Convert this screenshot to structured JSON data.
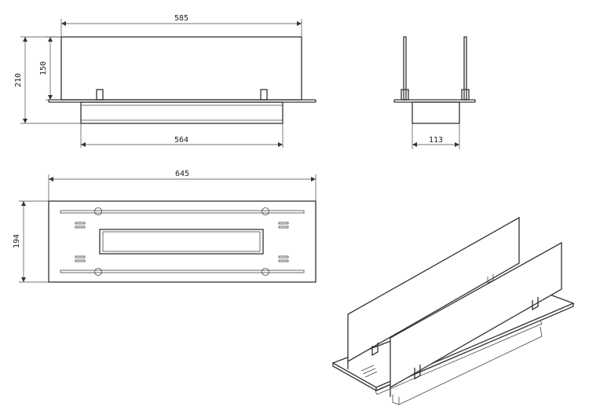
{
  "dimensions": {
    "front_top_width": "585",
    "front_glass_height": "150",
    "front_total_height": "210",
    "front_bottom_width": "564",
    "side_width": "113",
    "plan_width": "645",
    "plan_depth": "194"
  },
  "colors": {
    "line": "#333333",
    "background": "#ffffff"
  }
}
